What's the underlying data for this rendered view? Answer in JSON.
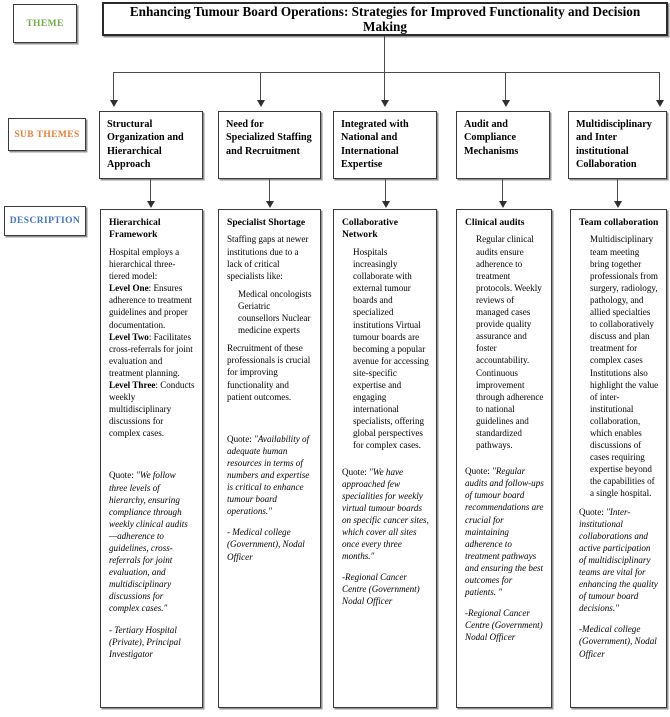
{
  "rail": {
    "theme_label": "THEME",
    "subthemes_label": "SUB THEMES",
    "description_label": "DESCRIPTION",
    "theme_color": "#70ad47",
    "subthemes_color": "#ed7d31",
    "description_color": "#4472c4"
  },
  "theme": {
    "title": "Enhancing Tumour Board Operations: Strategies for Improved Functionality and Decision Making"
  },
  "subthemes": [
    {
      "label": "Structural Organization and Hierarchical Approach"
    },
    {
      "label": "Need for Specialized Staffing and Recruitment"
    },
    {
      "label": "Integrated with National and International Expertise"
    },
    {
      "label": "Audit and Compliance Mechanisms"
    },
    {
      "label": "Multidisciplinary and Inter institutional Collaboration"
    }
  ],
  "descriptions": [
    {
      "heading": "Hierarchical Framework",
      "intro": "Hospital employs a hierarchical three-tiered model:",
      "level_one_label": "Level One",
      "level_one_text": ": Ensures adherence to treatment guidelines and proper documentation.",
      "level_two_label": "Level Two",
      "level_two_text": ": Facilitates cross-referrals for joint evaluation and treatment planning.",
      "level_three_label": "Level Three",
      "level_three_text": ": Conducts weekly multidisciplinary discussions for complex cases.",
      "quote_label": "Quote: ",
      "quote_text": "\"We follow three levels of hierarchy, ensuring compliance through weekly clinical audits—adherence to guidelines, cross-referrals for joint evaluation, and multidisciplinary discussions for complex cases.\"",
      "attribution": "- Tertiary Hospital (Private), Principal Investigator"
    },
    {
      "heading": "Specialist Shortage",
      "intro": "Staffing gaps at newer institutions due to a lack of critical specialists like:",
      "list_items": "Medical oncologists Geriatric counsellors Nuclear medicine experts",
      "closing": "Recruitment of these professionals is crucial for improving functionality and patient outcomes.",
      "quote_label": "Quote: ",
      "quote_text": "\"Availability of adequate human resources in terms of numbers and expertise is critical to enhance tumour board operations.\"",
      "attribution": "- Medical college (Government), Nodal Officer"
    },
    {
      "heading": "Collaborative Network",
      "body": "Hospitals increasingly collaborate with external tumour boards and specialized institutions Virtual tumour boards are becoming a popular avenue for accessing site-specific expertise and engaging international specialists, offering global perspectives for complex cases.",
      "quote_label": "Quote: ",
      "quote_text": "\"We have approached few specialities for weekly virtual tumour boards on specific cancer sites, which cover all sites once every three months.\"",
      "attribution": "-Regional Cancer Centre (Government) Nodal Officer"
    },
    {
      "heading": "Clinical audits",
      "body": "Regular clinical audits ensure adherence to treatment protocols. Weekly reviews of managed cases provide quality assurance and foster accountability. Continuous improvement through adherence to national guidelines and standardized pathways.",
      "quote_label": "Quote: ",
      "quote_text": "\"Regular audits and follow-ups of tumour board recommendations are crucial for maintaining adherence to treatment pathways and ensuring the best outcomes for patients. \"",
      "attribution": "-Regional Cancer Centre (Government) Nodal Officer"
    },
    {
      "heading": "Team collaboration",
      "body": "Multidisciplinary team meeting bring together professionals from surgery, radiology, pathology, and allied specialties to collaboratively discuss and plan treatment for complex cases",
      "body2": "Institutions also highlight the value of inter-institutional collaboration, which enables discussions of cases requiring expertise beyond the capabilities of a single hospital.",
      "quote_label": "Quote: ",
      "quote_text": "\"Inter-institutional collaborations and active participation of multidisciplinary teams are vital for enhancing the quality of tumour board decisions.\"",
      "attribution": "-Medical college (Government), Nodal Officer"
    }
  ]
}
